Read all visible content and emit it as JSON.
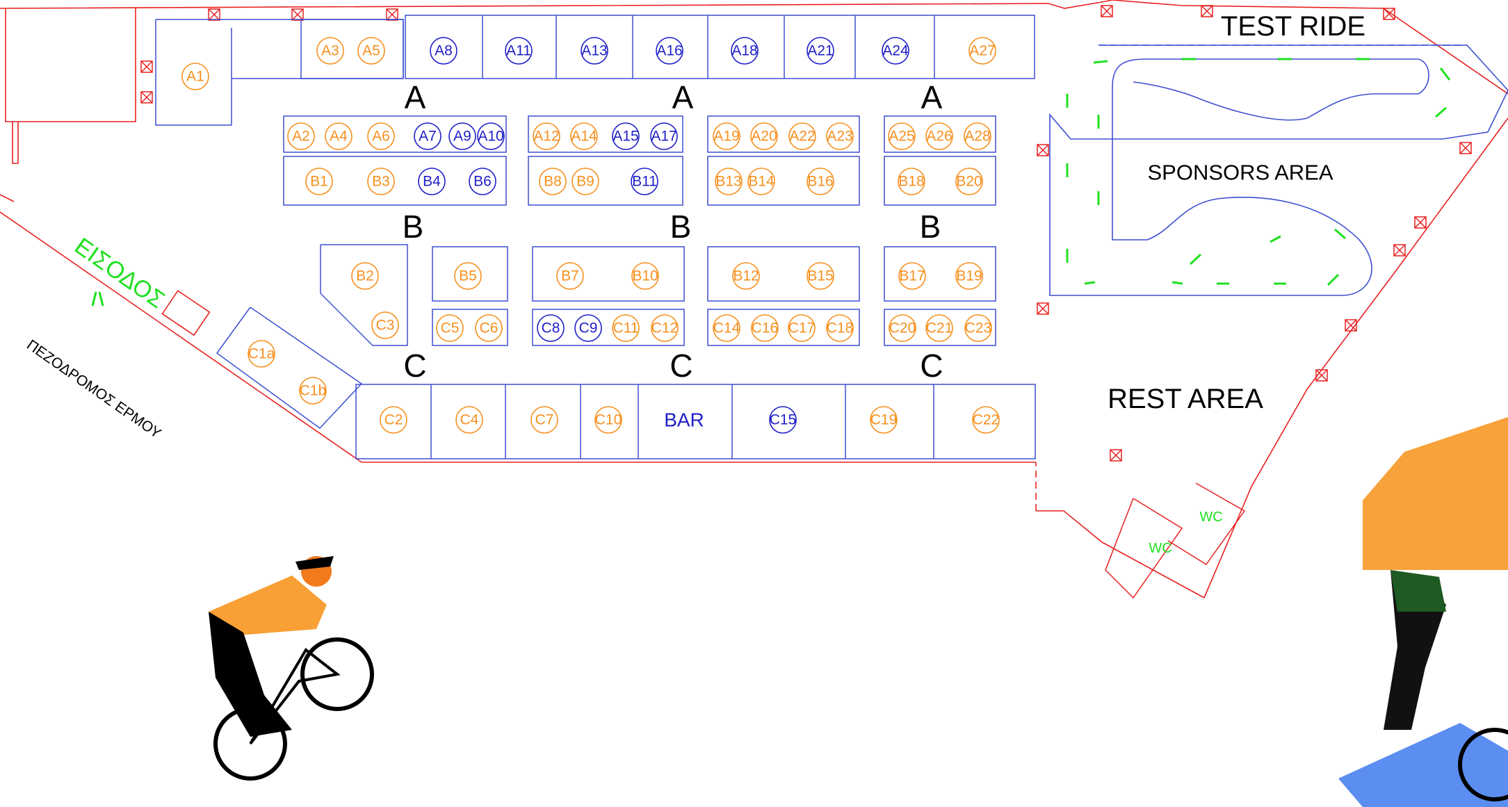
{
  "colors": {
    "orange": "#f7901e",
    "blue": "#1f1fc8",
    "green": "#1fe01f",
    "red": "#e82020",
    "wall": "#3d4fd1"
  },
  "labels": {
    "test_ride": "TEST RIDE",
    "sponsors_area": "SPONSORS AREA",
    "rest_area": "REST AREA",
    "entrance": "ΕΙΣΟΔΟΣ",
    "pedestrian_street": "ΠΕΖΟΔΡΟΜΟΣ ΕΡΜΟΥ",
    "wc_1": "WC",
    "wc_2": "WC",
    "bar": "BAR"
  },
  "row_labels": [
    "A",
    "A",
    "A",
    "B",
    "B",
    "B",
    "C",
    "C",
    "C"
  ],
  "booths": [
    {
      "id": "A1",
      "color": "orange"
    },
    {
      "id": "A3",
      "color": "orange"
    },
    {
      "id": "A5",
      "color": "orange"
    },
    {
      "id": "A8",
      "color": "blue"
    },
    {
      "id": "A11",
      "color": "blue"
    },
    {
      "id": "A13",
      "color": "blue"
    },
    {
      "id": "A16",
      "color": "blue"
    },
    {
      "id": "A18",
      "color": "blue"
    },
    {
      "id": "A21",
      "color": "blue"
    },
    {
      "id": "A24",
      "color": "blue"
    },
    {
      "id": "A27",
      "color": "orange"
    },
    {
      "id": "A2",
      "color": "orange"
    },
    {
      "id": "A4",
      "color": "orange"
    },
    {
      "id": "A6",
      "color": "orange"
    },
    {
      "id": "A7",
      "color": "blue"
    },
    {
      "id": "A9",
      "color": "blue"
    },
    {
      "id": "A10",
      "color": "blue"
    },
    {
      "id": "A12",
      "color": "orange"
    },
    {
      "id": "A14",
      "color": "orange"
    },
    {
      "id": "A15",
      "color": "blue"
    },
    {
      "id": "A17",
      "color": "blue"
    },
    {
      "id": "A19",
      "color": "orange"
    },
    {
      "id": "A20",
      "color": "orange"
    },
    {
      "id": "A22",
      "color": "orange"
    },
    {
      "id": "A23",
      "color": "orange"
    },
    {
      "id": "A25",
      "color": "orange"
    },
    {
      "id": "A26",
      "color": "orange"
    },
    {
      "id": "A28",
      "color": "orange"
    },
    {
      "id": "B1",
      "color": "orange"
    },
    {
      "id": "B3",
      "color": "orange"
    },
    {
      "id": "B4",
      "color": "blue"
    },
    {
      "id": "B6",
      "color": "blue"
    },
    {
      "id": "B8",
      "color": "orange"
    },
    {
      "id": "B9",
      "color": "orange"
    },
    {
      "id": "B11",
      "color": "blue"
    },
    {
      "id": "B13",
      "color": "orange"
    },
    {
      "id": "B14",
      "color": "orange"
    },
    {
      "id": "B16",
      "color": "orange"
    },
    {
      "id": "B18",
      "color": "orange"
    },
    {
      "id": "B20",
      "color": "orange"
    },
    {
      "id": "B2",
      "color": "orange"
    },
    {
      "id": "C3",
      "color": "orange"
    },
    {
      "id": "B5",
      "color": "orange"
    },
    {
      "id": "B7",
      "color": "orange"
    },
    {
      "id": "B10",
      "color": "orange"
    },
    {
      "id": "B12",
      "color": "orange"
    },
    {
      "id": "B15",
      "color": "orange"
    },
    {
      "id": "B17",
      "color": "orange"
    },
    {
      "id": "B19",
      "color": "orange"
    },
    {
      "id": "C5",
      "color": "orange"
    },
    {
      "id": "C6",
      "color": "orange"
    },
    {
      "id": "C8",
      "color": "blue"
    },
    {
      "id": "C9",
      "color": "blue"
    },
    {
      "id": "C11",
      "color": "orange"
    },
    {
      "id": "C12",
      "color": "orange"
    },
    {
      "id": "C14",
      "color": "orange"
    },
    {
      "id": "C16",
      "color": "orange"
    },
    {
      "id": "C17",
      "color": "orange"
    },
    {
      "id": "C18",
      "color": "orange"
    },
    {
      "id": "C20",
      "color": "orange"
    },
    {
      "id": "C21",
      "color": "orange"
    },
    {
      "id": "C23",
      "color": "orange"
    },
    {
      "id": "C1a",
      "color": "orange"
    },
    {
      "id": "C1b",
      "color": "orange"
    },
    {
      "id": "C2",
      "color": "orange"
    },
    {
      "id": "C4",
      "color": "orange"
    },
    {
      "id": "C7",
      "color": "orange"
    },
    {
      "id": "C10",
      "color": "orange"
    },
    {
      "id": "C15",
      "color": "blue"
    },
    {
      "id": "C19",
      "color": "orange"
    },
    {
      "id": "C22",
      "color": "orange"
    }
  ]
}
